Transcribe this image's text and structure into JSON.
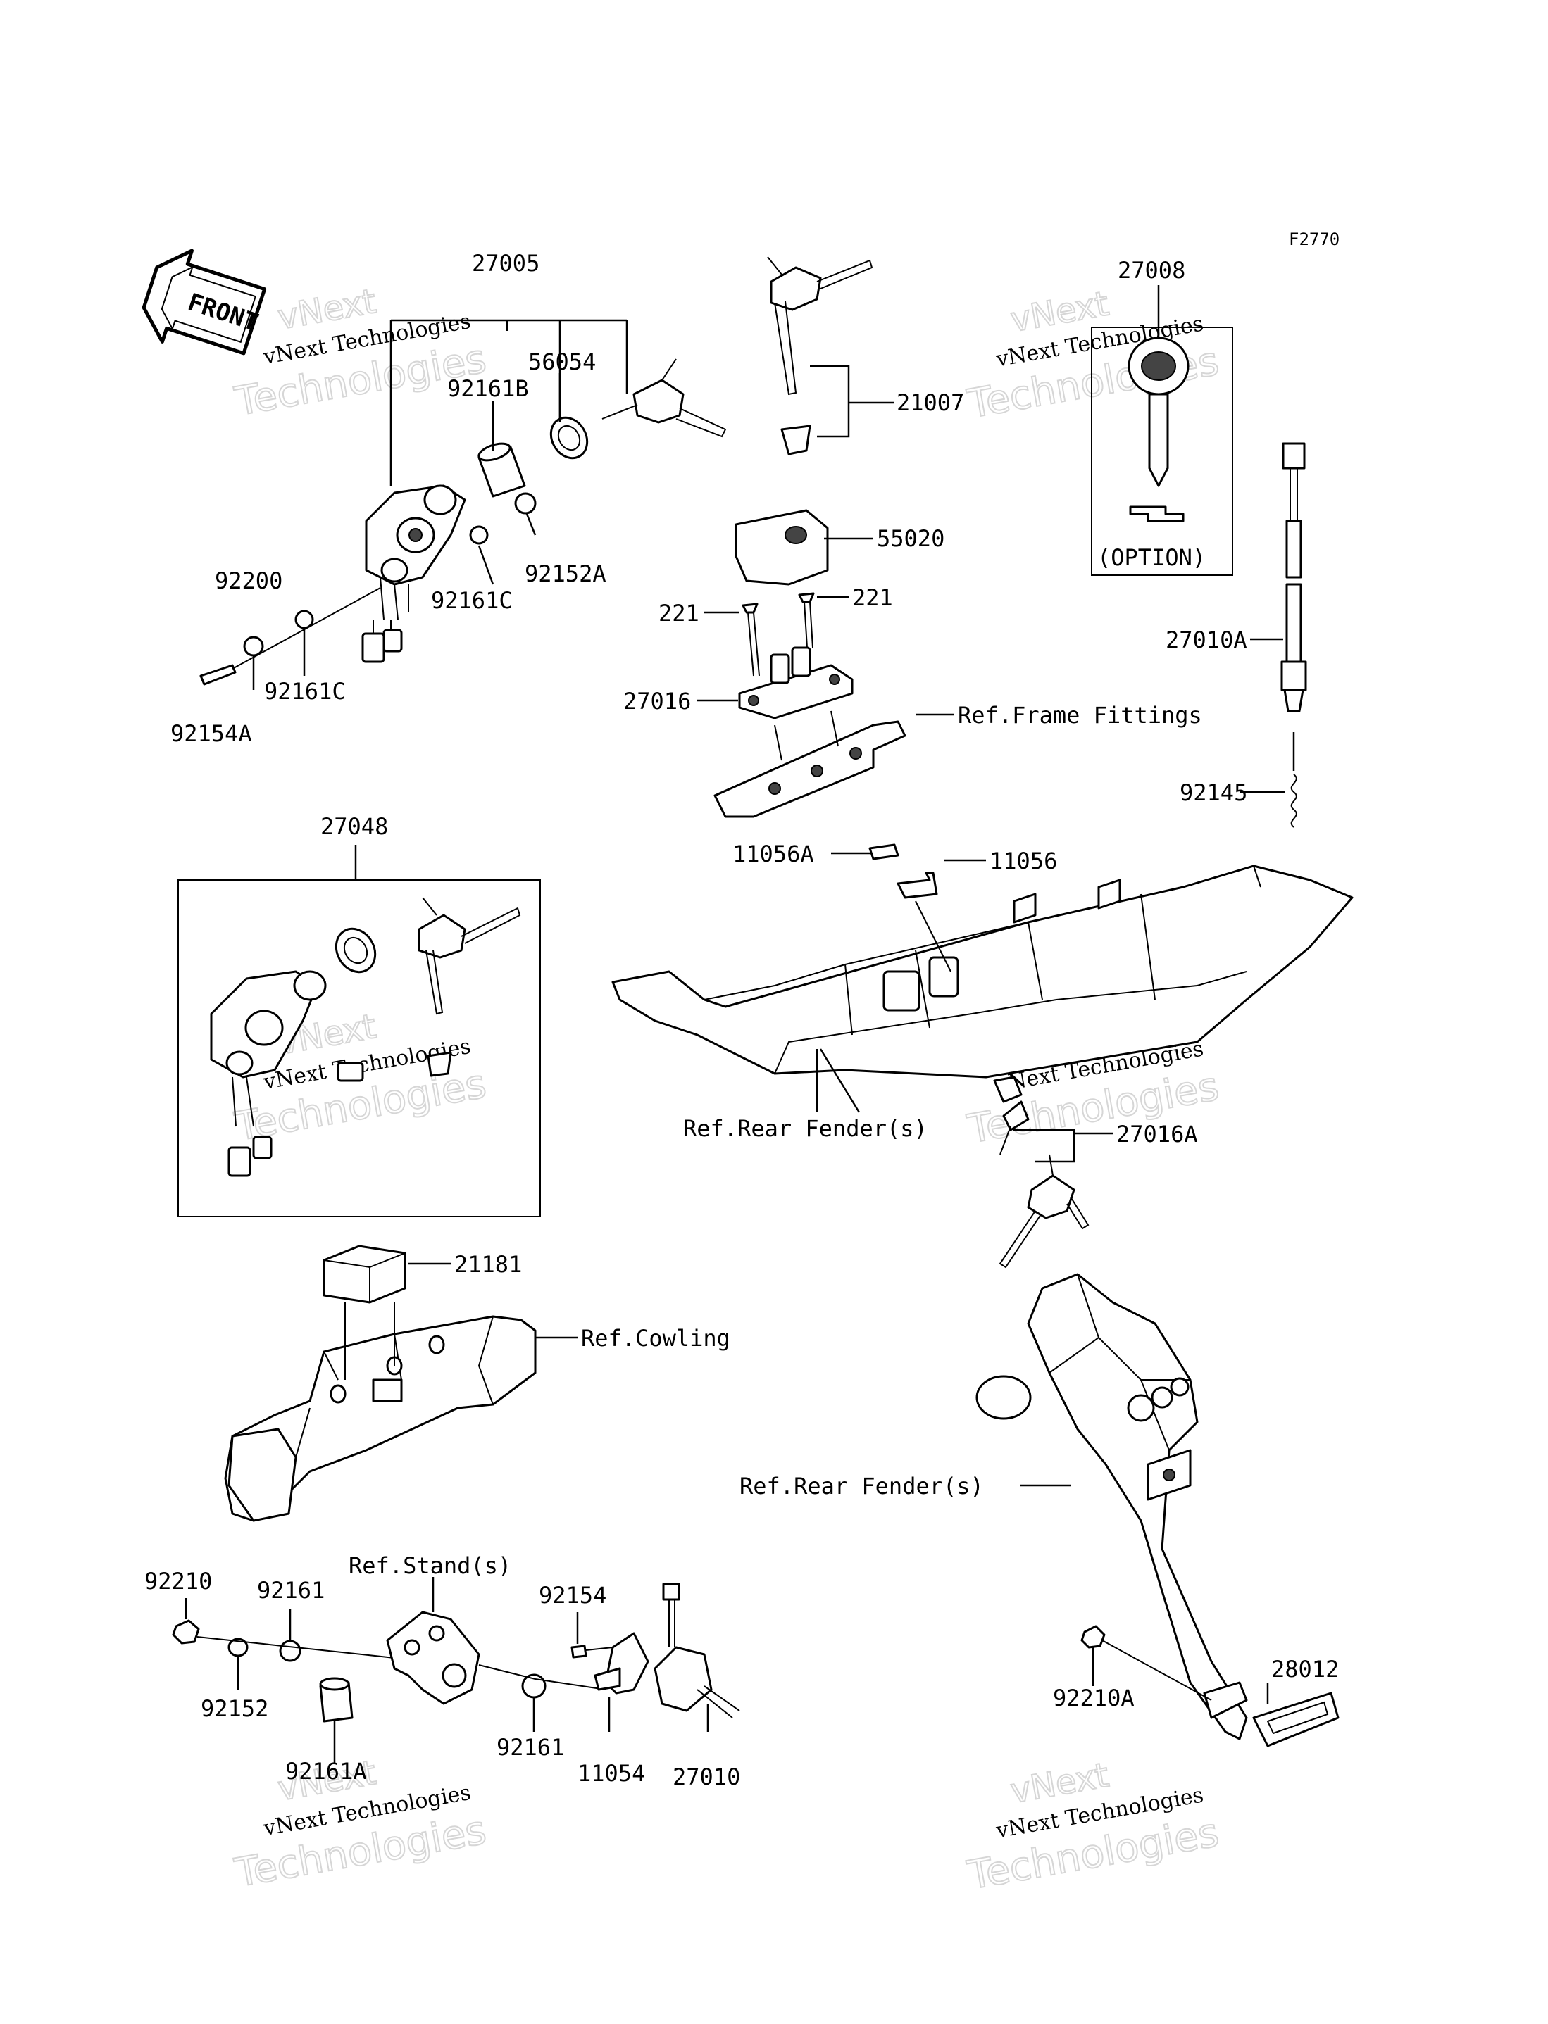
{
  "diagram_code": "F2770",
  "front_arrow": {
    "text": "FRONT",
    "icon": "front-arrow-icon"
  },
  "option_label": "(OPTION)",
  "watermark": {
    "line1": "vNext Technologies",
    "line2": "vNext",
    "line3": "Technologies"
  },
  "part_labels": {
    "p27005": "27005",
    "p56054": "56054",
    "p92161B": "92161B",
    "p92152A": "92152A",
    "p92161C_a": "92161C",
    "p92200": "92200",
    "p92161C_b": "92161C",
    "p92154A": "92154A",
    "p21007": "21007",
    "p27008": "27008",
    "p55020": "55020",
    "p221_a": "221",
    "p221_b": "221",
    "p27016": "27016",
    "ref_frame": "Ref.Frame Fittings",
    "p27010A": "27010A",
    "p92145": "92145",
    "p27048": "27048",
    "p11056A": "11056A",
    "p11056": "11056",
    "ref_rear1": "Ref.Rear Fender(s)",
    "p27016A": "27016A",
    "p21181": "21181",
    "ref_cowling": "Ref.Cowling",
    "ref_rear2": "Ref.Rear Fender(s)",
    "p92210": "92210",
    "p92161_a": "92161",
    "ref_stand": "Ref.Stand(s)",
    "p92154": "92154",
    "p92152": "92152",
    "p92161A": "92161A",
    "p92161_b": "92161",
    "p11054": "11054",
    "p27010": "27010",
    "p28012": "28012",
    "p92210A": "92210A"
  }
}
